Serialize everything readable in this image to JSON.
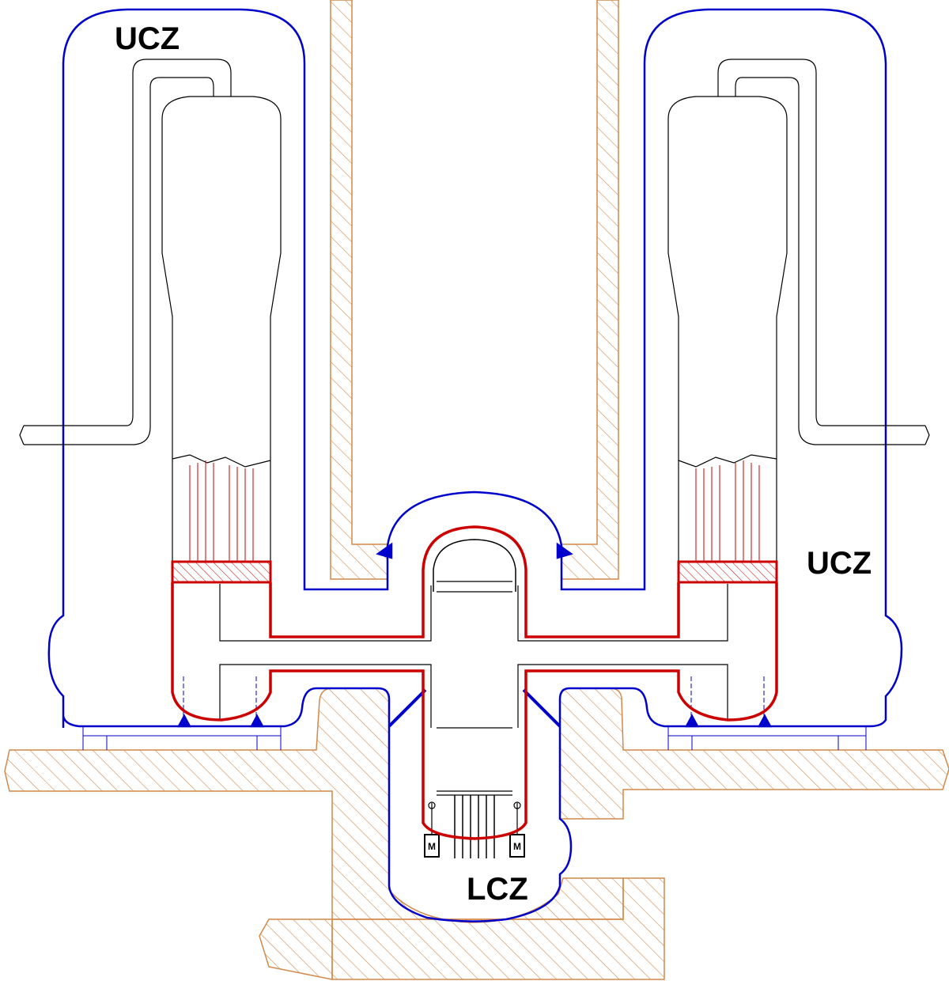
{
  "diagram": {
    "labels": {
      "upper_left": "UCZ",
      "upper_right": "UCZ",
      "lower_center": "LCZ",
      "motor_left": "M",
      "motor_right": "M"
    },
    "colors": {
      "containment_boundary": "#0000cc",
      "primary_circuit": "#cc0000",
      "concrete_hatch": "#d2894a",
      "equipment_outline": "#000000"
    }
  }
}
